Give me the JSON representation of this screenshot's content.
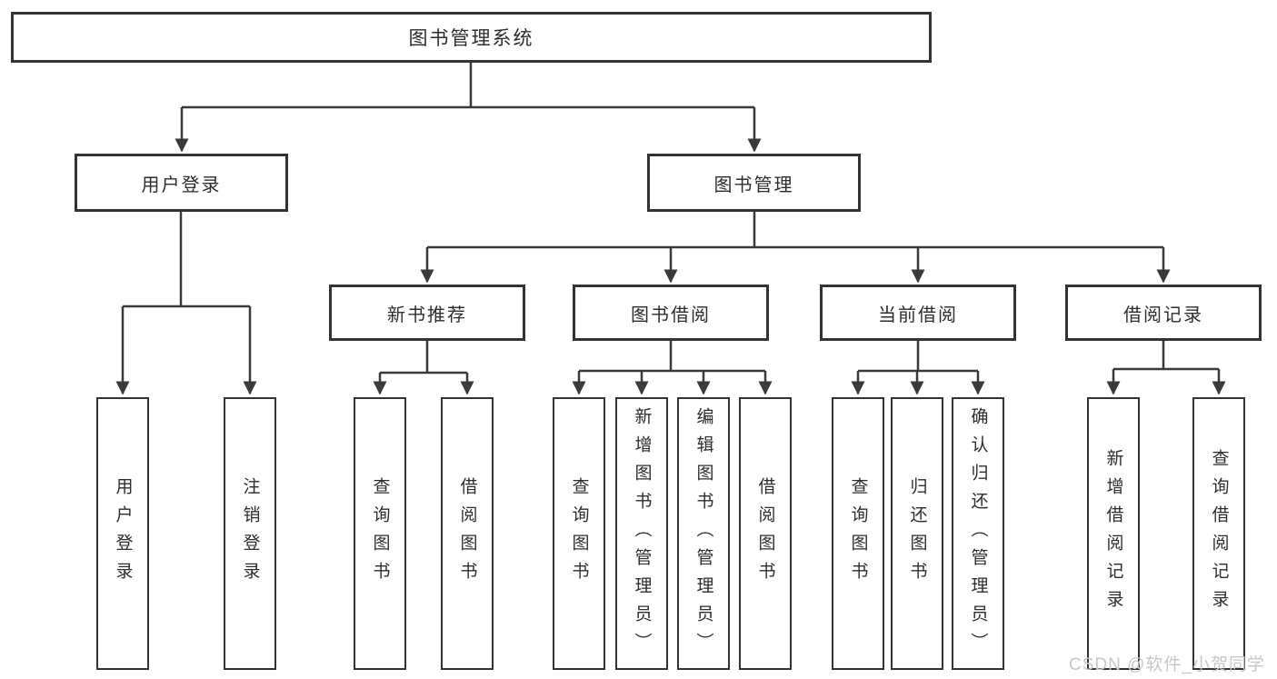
{
  "diagram": {
    "root": {
      "label": "图书管理系统"
    },
    "user_branch": {
      "label": "用户登录",
      "children": [
        {
          "label": "用户登录"
        },
        {
          "label": "注销登录"
        }
      ]
    },
    "book_branch": {
      "label": "图书管理",
      "children": [
        {
          "label": "新书推荐",
          "children": [
            {
              "label": "查询图书"
            },
            {
              "label": "借阅图书"
            }
          ]
        },
        {
          "label": "图书借阅",
          "children": [
            {
              "label": "查询图书"
            },
            {
              "label": "新增图书（管理员）"
            },
            {
              "label": "编辑图书（管理员）"
            },
            {
              "label": "借阅图书"
            }
          ]
        },
        {
          "label": "当前借阅",
          "children": [
            {
              "label": "查询图书"
            },
            {
              "label": "归还图书"
            },
            {
              "label": "确认归还（管理员）"
            }
          ]
        },
        {
          "label": "借阅记录",
          "children": [
            {
              "label": "新增借阅记录"
            },
            {
              "label": "查询借阅记录"
            }
          ]
        }
      ]
    }
  },
  "watermark": "CSDN @软件_小贺同学",
  "colors": {
    "line": "#3a3a3a",
    "box_border": "#333333",
    "text": "#2d2d2d",
    "background": "#ffffff",
    "watermark": "#c8c8c8"
  }
}
